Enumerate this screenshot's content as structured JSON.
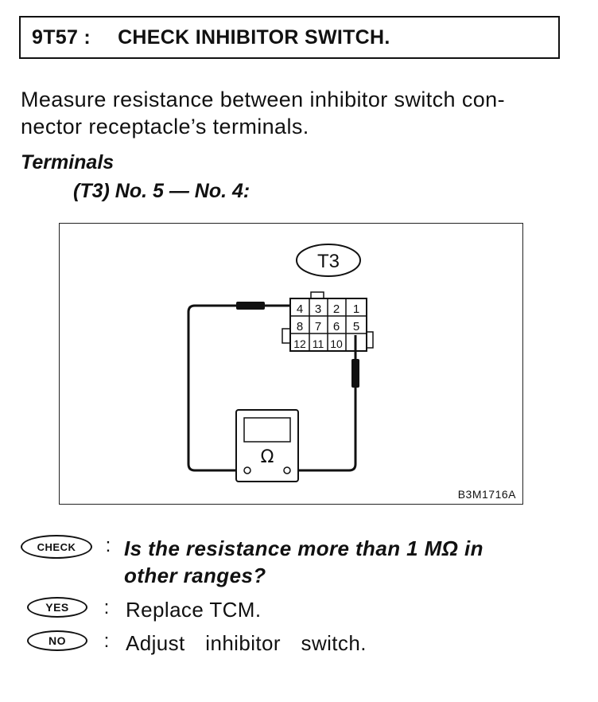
{
  "header": {
    "code": "9T57 :",
    "title": "CHECK INHIBITOR SWITCH."
  },
  "intro": {
    "line1": "Measure resistance between inhibitor switch con-",
    "line2": "nector receptacle’s terminals."
  },
  "terminals": {
    "heading": "Terminals",
    "spec": "(T3) No. 5 — No. 4:"
  },
  "figure": {
    "connector_label": "T3",
    "pins_row1": [
      "4",
      "3",
      "2",
      "1"
    ],
    "pins_row2": [
      "8",
      "7",
      "6",
      "5"
    ],
    "pins_row3": [
      "12",
      "11",
      "10"
    ],
    "meter_symbol": "Ω",
    "code": "B3M1716A"
  },
  "check": {
    "badge": "CHECK",
    "question_line1": "Is the resistance more than 1 MΩ in",
    "question_line2": "other ranges?"
  },
  "yes": {
    "badge": "YES",
    "answer": "Replace TCM."
  },
  "no": {
    "badge": "NO",
    "answer": "Adjust inhibitor switch."
  },
  "colon": ":"
}
